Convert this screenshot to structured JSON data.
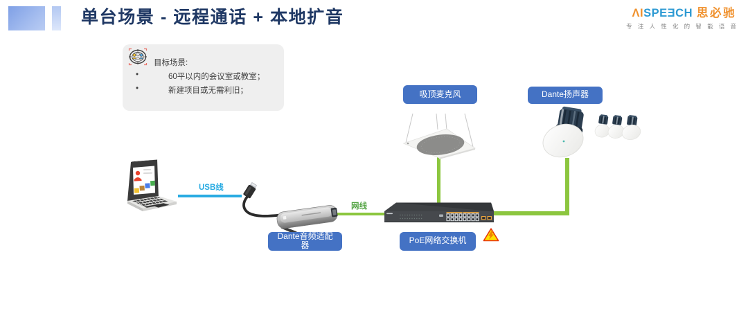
{
  "header": {
    "title": "单台场景 - 远程通话 + 本地扩音",
    "logo": {
      "brand_prefix": "ΛI",
      "brand_mid": "SPEƎCH",
      "brand_cn": "思必驰",
      "tagline": "专注人性化的智能语音"
    }
  },
  "target_scene": {
    "heading": "目标场景:",
    "bullet_char": "•",
    "bullets": [
      "60平以内的会议室或教室；",
      "新建项目或无需利旧；"
    ]
  },
  "diagram": {
    "cable_labels": {
      "usb": "USB线",
      "ethernet": "网线"
    },
    "device_labels": {
      "ceiling_mic": "吸顶麦克风",
      "dante_speaker": "Dante扬声器",
      "dante_adapter": "Dante音频适配器",
      "poe_switch": "PoE网络交换机"
    }
  },
  "colors": {
    "title_navy": "#1F3864",
    "label_blue": "#4472C4",
    "usb_blue": "#29ABE2",
    "cable_green": "#8CC63F",
    "ethernet_label_green": "#55A546",
    "logo_orange": "#F0912D",
    "logo_blue": "#2E9AD3",
    "tagline_gray": "#8A8A8A",
    "scene_box_gray": "#EFEFEF"
  }
}
